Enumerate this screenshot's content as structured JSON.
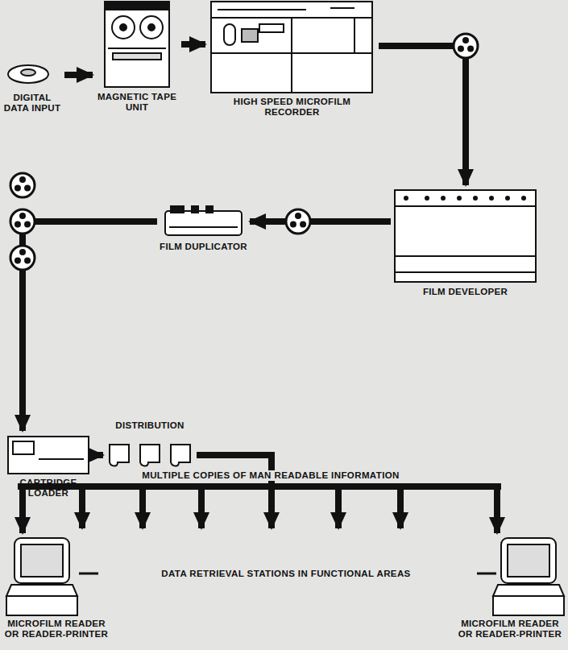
{
  "diagram": {
    "nodes": [
      {
        "text": [
          "DIGITAL DATA INPUT"
        ]
      },
      {
        "text": [
          "MAGNETIC TAPE UNIT"
        ]
      },
      {
        "text": [
          "HIGH SPEED MICROFILM RECORDER"
        ]
      },
      {
        "text": [
          "FILM DEVELOPER"
        ]
      },
      {
        "text": [
          "FILM DUPLICATOR"
        ]
      },
      {
        "text": [
          "CARTRIDGE LOADER"
        ]
      },
      {
        "text": [
          "DISTRIBUTION"
        ]
      },
      {
        "text": [
          "MICROFILM READER OR READER-PRINTER"
        ]
      },
      {
        "text": [
          "MICROFILM READER OR READER-PRINTER"
        ]
      }
    ],
    "edges": [
      {
        "from": 0,
        "to": 1,
        "arrow": "to"
      },
      {
        "from": 1,
        "to": 2,
        "arrow": "to"
      },
      {
        "from": 2,
        "to": 3,
        "arrow": "to"
      },
      {
        "from": 3,
        "to": 4,
        "arrow": "to"
      },
      {
        "from": 4,
        "to": 5,
        "arrow": "to"
      },
      {
        "from": 5,
        "to": 6,
        "arrow": "to"
      },
      {
        "from": 6,
        "to": 7,
        "arrow": "to"
      },
      {
        "from": 6,
        "to": 8,
        "arrow": "to"
      }
    ],
    "labels": [
      "MULTIPLE COPIES OF MAN READABLE INFORMATION",
      "DATA RETRIEVAL STATIONS IN FUNCTIONAL AREAS"
    ]
  }
}
